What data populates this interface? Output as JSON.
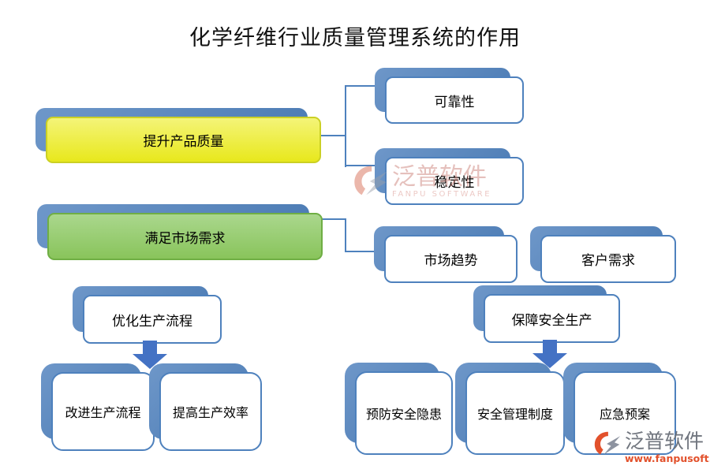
{
  "title": "化学纤维行业质量管理系统的作用",
  "nodes": {
    "improve_product_quality": "提升产品质量",
    "reliability": "可靠性",
    "stability": "稳定性",
    "meet_market_demand": "满足市场需求",
    "market_trend": "市场趋势",
    "customer_need": "客户需求",
    "optimize_production_process": "优化生产流程",
    "improve_production_process": "改进生产流程",
    "improve_production_efficiency": "提高生产效率",
    "ensure_safe_production": "保障安全生产",
    "prevent_safety_hazard": "预防安全隐患",
    "safety_management_system": "安全管理制度",
    "emergency_plan": "应急预案"
  },
  "edges": [
    {
      "from": "提升产品质量",
      "to": "可靠性"
    },
    {
      "from": "提升产品质量",
      "to": "稳定性"
    },
    {
      "from": "满足市场需求",
      "to": "市场趋势"
    },
    {
      "from": "优化生产流程",
      "to": "改进生产流程"
    },
    {
      "from": "优化生产流程",
      "to": "提高生产效率"
    },
    {
      "from": "保障安全生产",
      "to": "预防安全隐患"
    },
    {
      "from": "保障安全生产",
      "to": "安全管理制度"
    },
    {
      "from": "保障安全生产",
      "to": "应急预案"
    }
  ],
  "watermarks": {
    "center": {
      "brand": "泛普软件",
      "caption": "FANPU SOFTWARE"
    },
    "corner": {
      "brand": "泛普软件",
      "url": "www.fanpusoft.com"
    }
  },
  "colors": {
    "accent_blue": "#4e81bd",
    "node_yellow": "#e8e81c",
    "node_green": "#89c45b",
    "arrow_blue": "#4472c4",
    "watermark_orange": "#e2512c",
    "watermark_gray": "#70757e"
  }
}
